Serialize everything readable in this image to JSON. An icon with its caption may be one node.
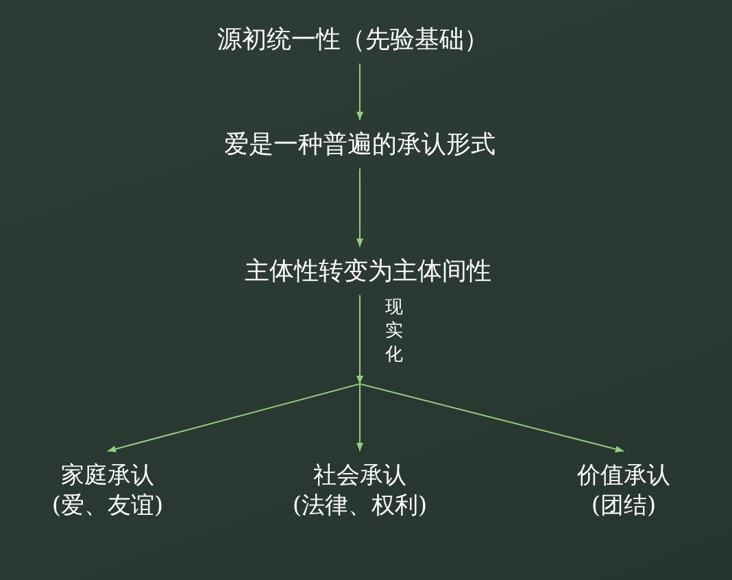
{
  "diagram": {
    "nodes": [
      {
        "text": [
          "源初统一性（先验基础）"
        ]
      },
      {
        "text": [
          "爱是一种普遍的承认形式"
        ]
      },
      {
        "text": [
          "主体性转变为主体间性"
        ]
      },
      {
        "text": [
          "家庭承认",
          "(爱、友谊)"
        ]
      },
      {
        "text": [
          "社会承认",
          "(法律、权利)"
        ]
      },
      {
        "text": [
          "价值承认",
          "(团结)"
        ]
      }
    ],
    "edges": [
      {
        "from": 0,
        "to": 1,
        "arrow": "to"
      },
      {
        "from": 1,
        "to": 2,
        "arrow": "to"
      },
      {
        "from": 2,
        "to": 3,
        "arrow": "to"
      },
      {
        "from": 2,
        "to": 4,
        "arrow": "to",
        "label": "现实化"
      },
      {
        "from": 2,
        "to": 5,
        "arrow": "to"
      }
    ]
  }
}
